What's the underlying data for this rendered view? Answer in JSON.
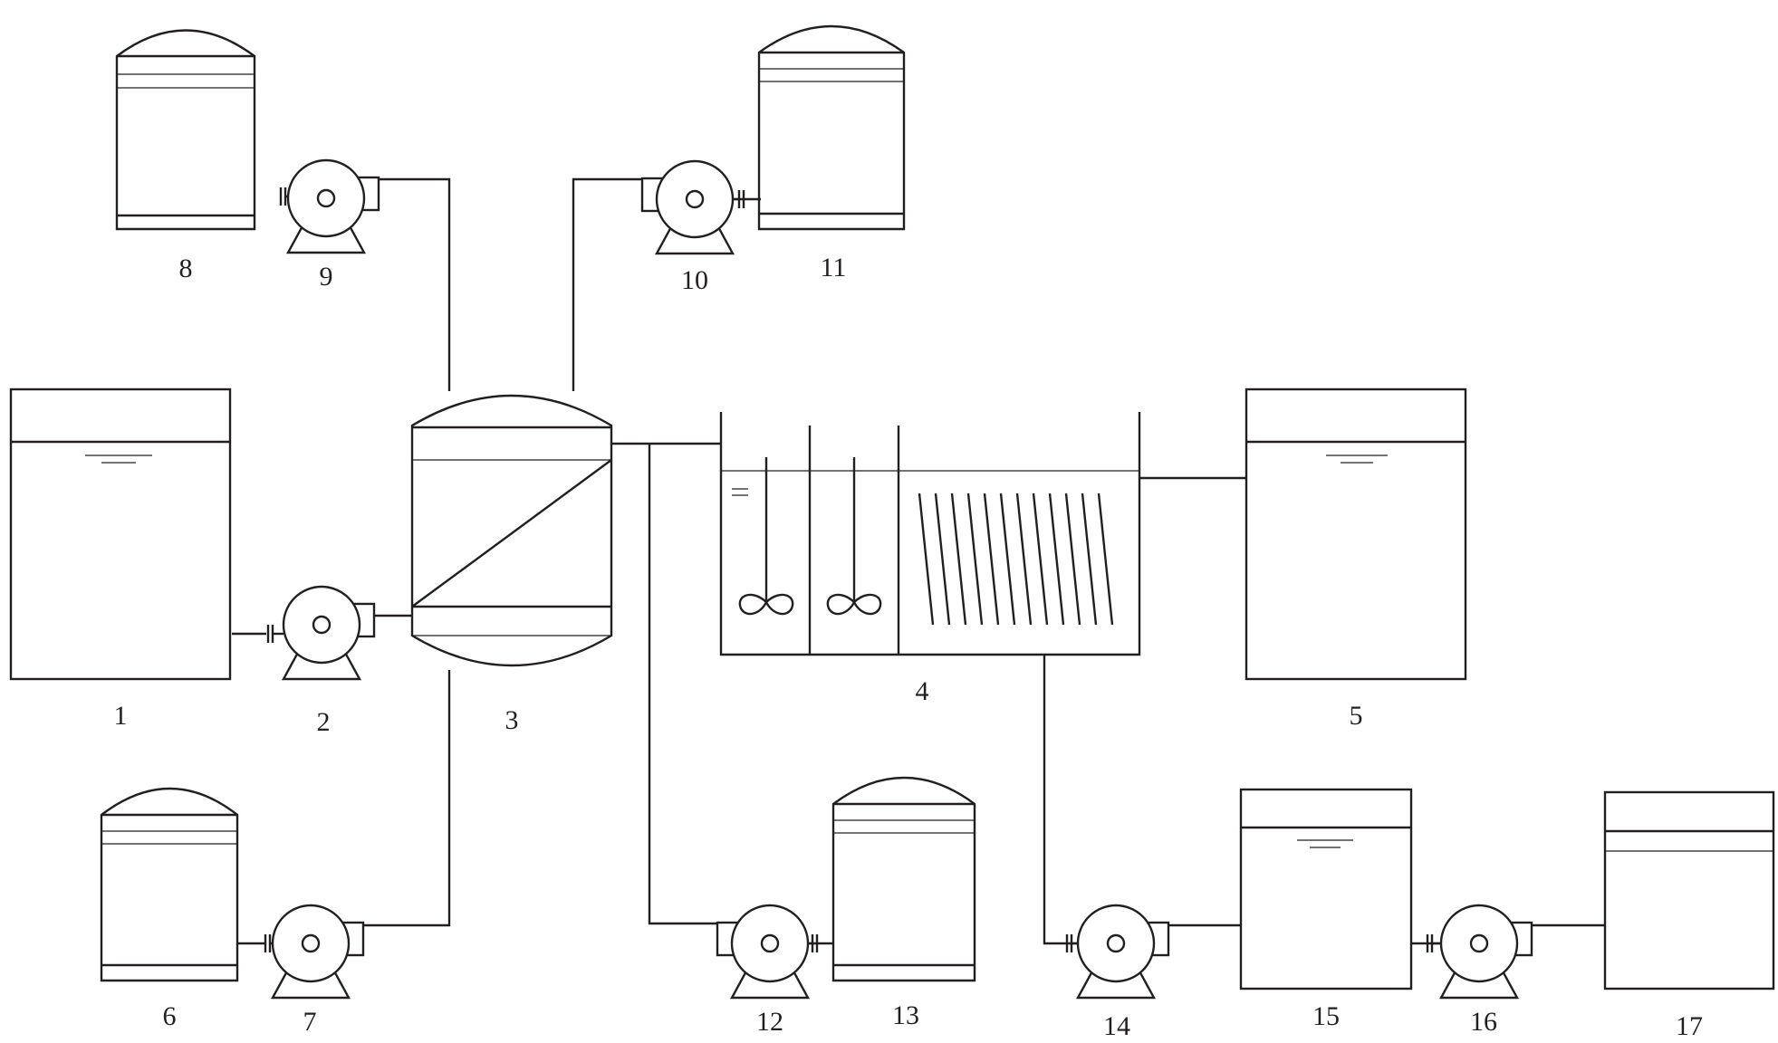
{
  "diagram": {
    "labels": {
      "l1": "1",
      "l2": "2",
      "l3": "3",
      "l4": "4",
      "l5": "5",
      "l6": "6",
      "l7": "7",
      "l8": "8",
      "l9": "9",
      "l10": "10",
      "l11": "11",
      "l12": "12",
      "l13": "13",
      "l14": "14",
      "l15": "15",
      "l16": "16",
      "l17": "17"
    },
    "colors": {
      "line": "#231f20",
      "background": "#ffffff"
    }
  }
}
